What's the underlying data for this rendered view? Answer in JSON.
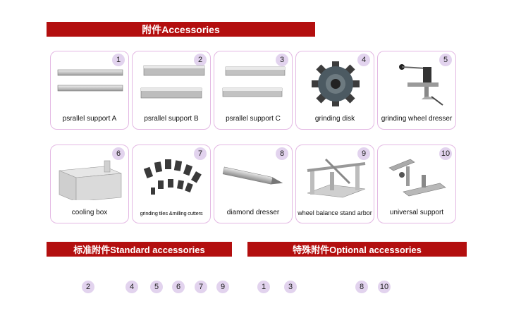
{
  "banners": {
    "accessories": "附件Accessories",
    "standard": "标准附件Standard  accessories",
    "optional": "特殊附件Optional accessories"
  },
  "cards": [
    {
      "num": "1",
      "label": "psrallel  support A",
      "icon": "parallel-bars-icon"
    },
    {
      "num": "2",
      "label": "psrallel  support   B",
      "icon": "parallel-bars-icon"
    },
    {
      "num": "3",
      "label": "psrallel  support C",
      "icon": "parallel-bars-icon"
    },
    {
      "num": "4",
      "label": "grinding disk",
      "icon": "grinding-disk-icon"
    },
    {
      "num": "5",
      "label": "grinding wheel dresser",
      "icon": "wheel-dresser-icon"
    },
    {
      "num": "6",
      "label": "cooling box",
      "icon": "cooling-box-icon"
    },
    {
      "num": "7",
      "label": "grinding tiles &milling cutters",
      "icon": "grinding-tiles-icon"
    },
    {
      "num": "8",
      "label": "diamond dresser",
      "icon": "diamond-dresser-icon"
    },
    {
      "num": "9",
      "label": "wheel balance stand arbor",
      "icon": "balance-stand-icon"
    },
    {
      "num": "10",
      "label": "universal support",
      "icon": "universal-support-icon"
    }
  ],
  "standard_items": [
    "2",
    "4",
    "5",
    "6",
    "7",
    "9"
  ],
  "optional_items": [
    "1",
    "3",
    "8",
    "10"
  ],
  "colors": {
    "banner": "#b30f0f",
    "card_border": "#e3b8e3",
    "badge": "#e2d3ee"
  }
}
